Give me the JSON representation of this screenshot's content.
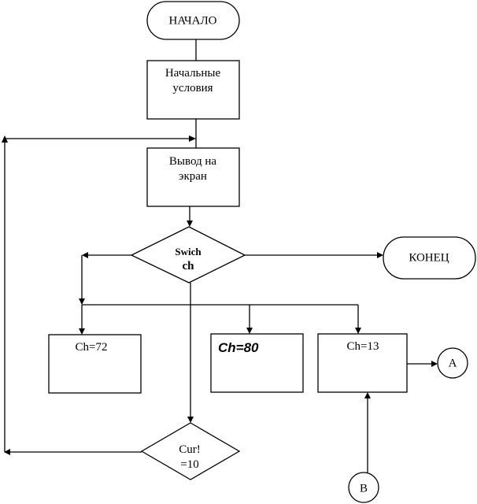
{
  "diagram": {
    "type": "flowchart",
    "nodes": {
      "start": {
        "kind": "terminator",
        "label": "НАЧАЛО"
      },
      "init": {
        "kind": "process",
        "line1": "Начальные",
        "line2": "условия"
      },
      "output": {
        "kind": "process",
        "line1": "Вывод на",
        "line2": "экран"
      },
      "switch": {
        "kind": "decision",
        "line1": "Swich",
        "line2": "ch"
      },
      "end": {
        "kind": "terminator",
        "label": "КОНЕЦ"
      },
      "case72": {
        "kind": "process",
        "label": "Ch=72"
      },
      "case80": {
        "kind": "process",
        "label": "Ch=80"
      },
      "case13": {
        "kind": "process",
        "label": "Ch=13"
      },
      "check": {
        "kind": "decision",
        "line1": "Cur!",
        "line2": "=10"
      },
      "connectorA": {
        "kind": "connector",
        "label": "A"
      },
      "connectorB": {
        "kind": "connector",
        "label": "B"
      }
    },
    "edges": [
      {
        "from": "start",
        "to": "init"
      },
      {
        "from": "init",
        "to": "output"
      },
      {
        "from": "output",
        "to": "switch"
      },
      {
        "from": "switch",
        "to": "end"
      },
      {
        "from": "switch",
        "to": "case72"
      },
      {
        "from": "switch",
        "to": "case80"
      },
      {
        "from": "switch",
        "to": "case13"
      },
      {
        "from": "switch",
        "to": "check"
      },
      {
        "from": "check",
        "to": "output",
        "note": "loop back"
      },
      {
        "from": "case13",
        "to": "connectorA"
      },
      {
        "from": "connectorB",
        "to": "case13"
      }
    ]
  }
}
